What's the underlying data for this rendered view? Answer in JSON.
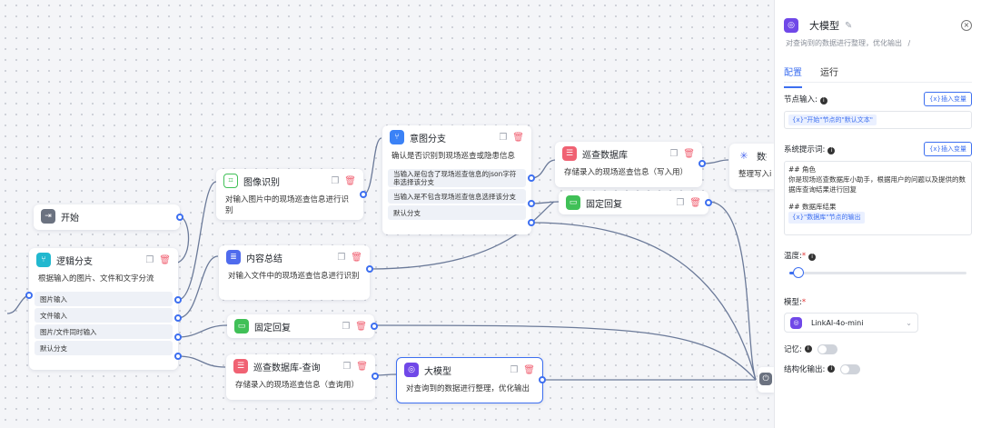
{
  "nodes": {
    "start": {
      "title": "开始"
    },
    "logic": {
      "title": "逻辑分支",
      "desc": "根据输入的图片、文件和文字分流",
      "branches": [
        "图片输入",
        "文件输入",
        "图片/文件同时输入",
        "默认分支"
      ]
    },
    "image": {
      "title": "图像识别",
      "desc": "对输入图片中的现场巡查信息进行识别"
    },
    "summary": {
      "title": "内容总结",
      "desc": "对输入文件中的现场巡查信息进行识别"
    },
    "intent": {
      "title": "意图分支",
      "desc": "确认是否识别到现场巡查或隐患信息",
      "branches": [
        "当输入是包含了现场巡查信息的json字符串选择该分支",
        "当输入是不包含现场巡查信息选择该分支",
        "默认分支"
      ]
    },
    "db_write": {
      "title": "巡查数据库",
      "desc": "存储录入的现场巡查信息（写入用）"
    },
    "data_partial": {
      "title": "数据整",
      "desc": "整理写入i"
    },
    "fixed_reply_1": {
      "title": "固定回复"
    },
    "fixed_reply_2": {
      "title": "固定回复"
    },
    "db_query": {
      "title": "巡查数据库-查询",
      "desc": "存储录入的现场巡查信息（查询用）"
    },
    "llm": {
      "title": "大模型",
      "desc": "对查询到的数据进行整理，优化输出"
    }
  },
  "panel": {
    "title": "大模型",
    "subtitle": "对查询到的数据进行整理，优化输出",
    "tabs": [
      "配置",
      "运行"
    ],
    "node_input_label": "节点输入:",
    "insert_var": "{x}插入变量",
    "node_input_value": "{x}\"开始\"节点的\"默认文本\"",
    "sys_prompt_label": "系统提示词:",
    "sys_prompt_lines": [
      "## 角色",
      "你是现场巡查数据库小助手，根据用户的问题以及提供的数据库查询结果进行回复",
      "",
      "## 数据库结果"
    ],
    "sys_prompt_var": "{x}\"数据库\"节点的输出",
    "temperature_label": "温度:",
    "temperature_value": 0.05,
    "model_label": "模型:",
    "model_value": "LinkAI-4o-mini",
    "memory_label": "记忆:",
    "structured_label": "结构化输出:"
  },
  "colors": {
    "accent": "#3d6ff0",
    "edge": "#6b7a99"
  }
}
